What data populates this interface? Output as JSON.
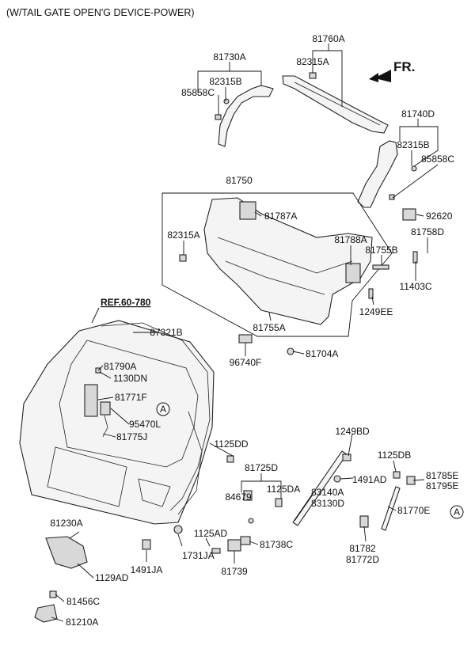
{
  "title": "(W/TAIL GATE OPEN'G DEVICE-POWER)",
  "direction_label": "FR.",
  "ref_label": "REF.60-780",
  "callout_letter": "A",
  "part_labels": {
    "p81730A": "81730A",
    "p82315B_l": "82315B",
    "p85858C_l": "85858C",
    "p81760A": "81760A",
    "p82315A_t": "82315A",
    "p81740D": "81740D",
    "p82315B_r": "82315B",
    "p85858C_r": "85858C",
    "p81750": "81750",
    "p81787A": "81787A",
    "p92620": "92620",
    "p82315A_m": "82315A",
    "p81788A": "81788A",
    "p81758D": "81758D",
    "p81755B": "81755B",
    "p11403C": "11403C",
    "p1249EE": "1249EE",
    "p81755A": "81755A",
    "p87321B": "87321B",
    "p96740F": "96740F",
    "p81704A": "81704A",
    "p81790A": "81790A",
    "p1130DN": "1130DN",
    "p81771F": "81771F",
    "p95470L": "95470L",
    "p81775J": "81775J",
    "p1125DD": "1125DD",
    "p1249BD": "1249BD",
    "p1125DB": "1125DB",
    "p81725D": "81725D",
    "p1491AD": "1491AD",
    "p81785E": "81785E",
    "p81795E": "81795E",
    "p84679": "84679",
    "p1125DA": "1125DA",
    "p83140A": "83140A",
    "p83130D": "83130D",
    "p81770E": "81770E",
    "p81230A": "81230A",
    "p1125AD": "1125AD",
    "p81738C": "81738C",
    "p1731JA": "1731JA",
    "p81782": "81782",
    "p81772D": "81772D",
    "p1129AD": "1129AD",
    "p1491JA": "1491JA",
    "p81739": "81739",
    "p81456C": "81456C",
    "p81210A": "81210A"
  }
}
